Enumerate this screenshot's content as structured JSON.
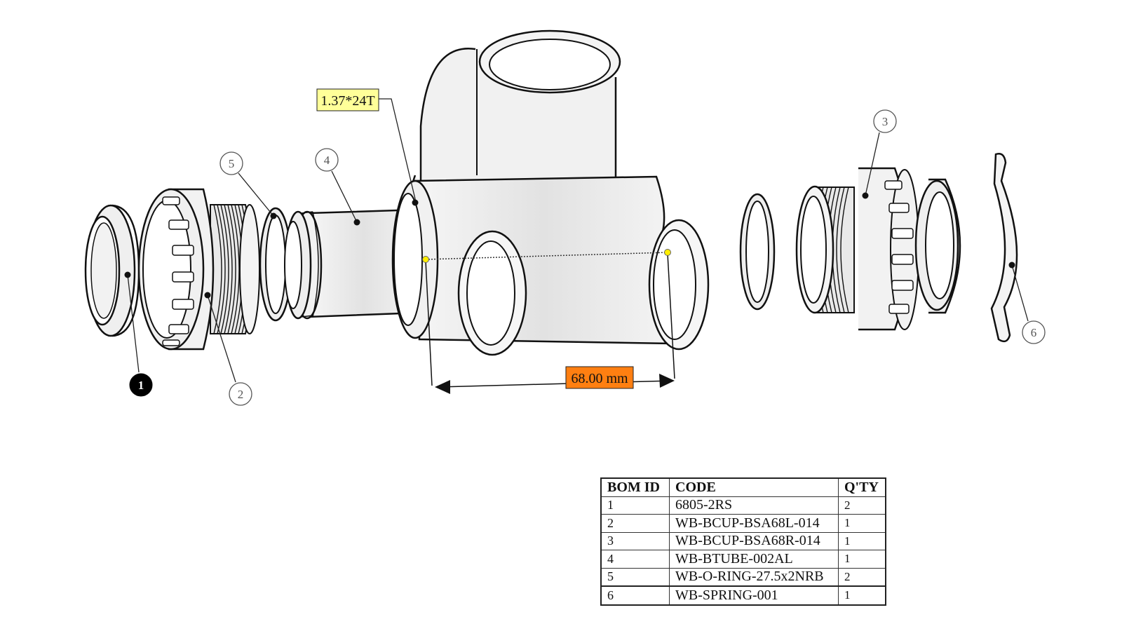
{
  "callouts": {
    "c1": "1",
    "c2": "2",
    "c3": "3",
    "c4": "4",
    "c5": "5",
    "c6": "6"
  },
  "dimensions": {
    "thread_spec": "1.37*24T",
    "shell_width": "68.00 mm"
  },
  "colors": {
    "thread_label_bg": "#ffff99",
    "dimension_label_bg": "#ff7f11",
    "part_fill": "#e8e8e8",
    "callout_highlight": "#000000"
  },
  "bom": {
    "headers": [
      "BOM ID",
      "CODE",
      "Q'TY"
    ],
    "rows": [
      {
        "id": "1",
        "code": "6805-2RS",
        "qty": "2"
      },
      {
        "id": "2",
        "code": "WB-BCUP-BSA68L-014",
        "qty": "1"
      },
      {
        "id": "3",
        "code": "WB-BCUP-BSA68R-014",
        "qty": "1"
      },
      {
        "id": "4",
        "code": "WB-BTUBE-002AL",
        "qty": "1"
      },
      {
        "id": "5",
        "code": "WB-O-RING-27.5x2NRB",
        "qty": "2"
      },
      {
        "id": "6",
        "code": "WB-SPRING-001",
        "qty": "1"
      }
    ]
  }
}
